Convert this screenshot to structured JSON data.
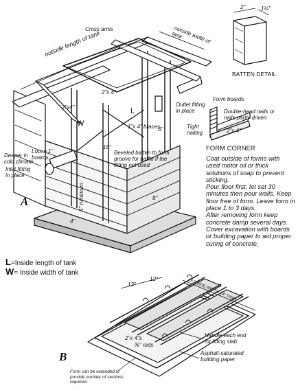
{
  "figure_a": {
    "letter": "A",
    "labels": {
      "cross_arms": "Cross arms",
      "outside_length": "outside length of tank",
      "outside_width": "outside width of tank",
      "two_by_four_top": "2\"x 4\"",
      "two_by_four_left": "2\"x4\"",
      "one_by_four_braces": "1\"x 4\" braces",
      "outlet_fitting": "Outlet fitting in place",
      "tight_nailing": "Tight nailing",
      "deeper_cold": "Deeper in cold climate",
      "loose_boards": "Loose 1\" boards",
      "inlet_fitting": "Inlet fitting in place",
      "beveled_batten": "Beveled batten to form groove for baffle if tee fitting not used",
      "minimum": "5\" minimum",
      "L": "L",
      "W": "W",
      "dim_6": "6\"",
      "dim_8": "8\"",
      "dim_4": "4\"",
      "dim_16": "16\""
    }
  },
  "batten_detail": {
    "title": "BATTEN DETAIL",
    "dim_2": "2\"",
    "dim_1_5": "1½\""
  },
  "form_corner": {
    "form_boards": "Form boards",
    "double_head": "Double-head nails or nails partly driven",
    "two_by_four": "2\"x 4\"",
    "title": "FORM CORNER"
  },
  "instructions": [
    "Coat outside of forms with used motor oil or thick solutions of soap to prevent sticking.",
    "Pour floor first, let set 30 minutes then pour walls. Keep floor free of form. Leave form in place 1 to 3 days.",
    "After removing form keep concrete damp several days. Cover excavation with boards or building paper to aid proper curing of concrete."
  ],
  "legend": {
    "L_symbol": "L",
    "L_text": "=Inside length of tank",
    "W_symbol": "W",
    "W_text": "= Inside width of tank"
  },
  "figure_b": {
    "letter": "B",
    "labels": {
      "outside_width": "OUTSIDE WIDTH OF TANK",
      "dim_12a": "12\"",
      "dim_12b": "12\"",
      "two_by_fours": "2\"x 4\"s",
      "rods": "⅜\" rods",
      "handle": "Handle each end for lifting slab",
      "asphalt": "Asphalt-saturated building paper",
      "extended": "Form can be extended to provide number of sections required."
    }
  }
}
